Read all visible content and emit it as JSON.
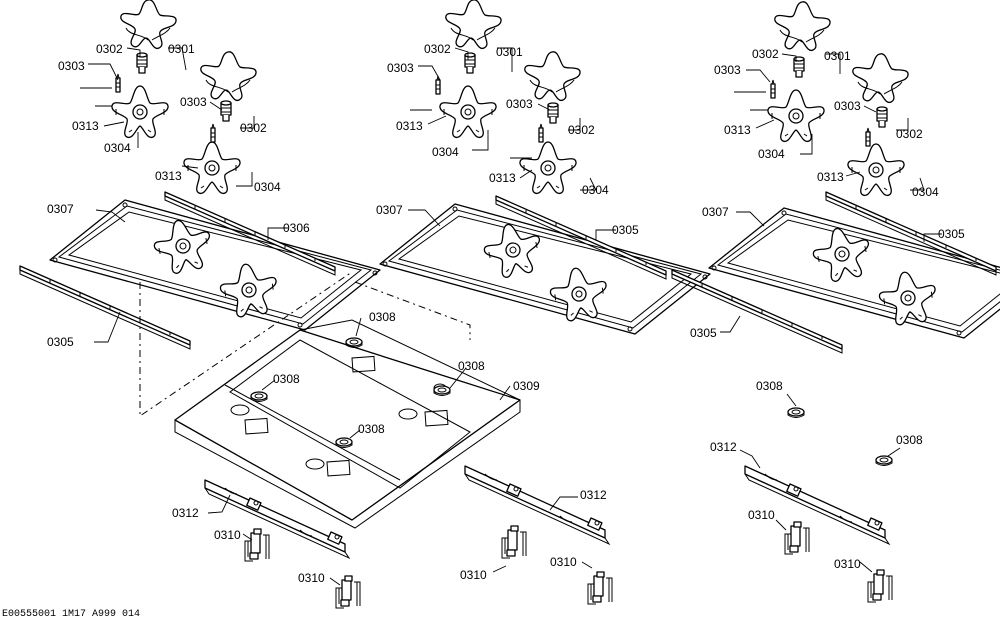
{
  "labels": {
    "p0301": "0301",
    "p0302": "0302",
    "p0303": "0303",
    "p0304": "0304",
    "p0305": "0305",
    "p0306": "0306",
    "p0307": "0307",
    "p0308": "0308",
    "p0309": "0309",
    "p0310": "0310",
    "p0312": "0312",
    "p0313": "0313"
  },
  "footer": "E00555001 1M17 A999 014"
}
